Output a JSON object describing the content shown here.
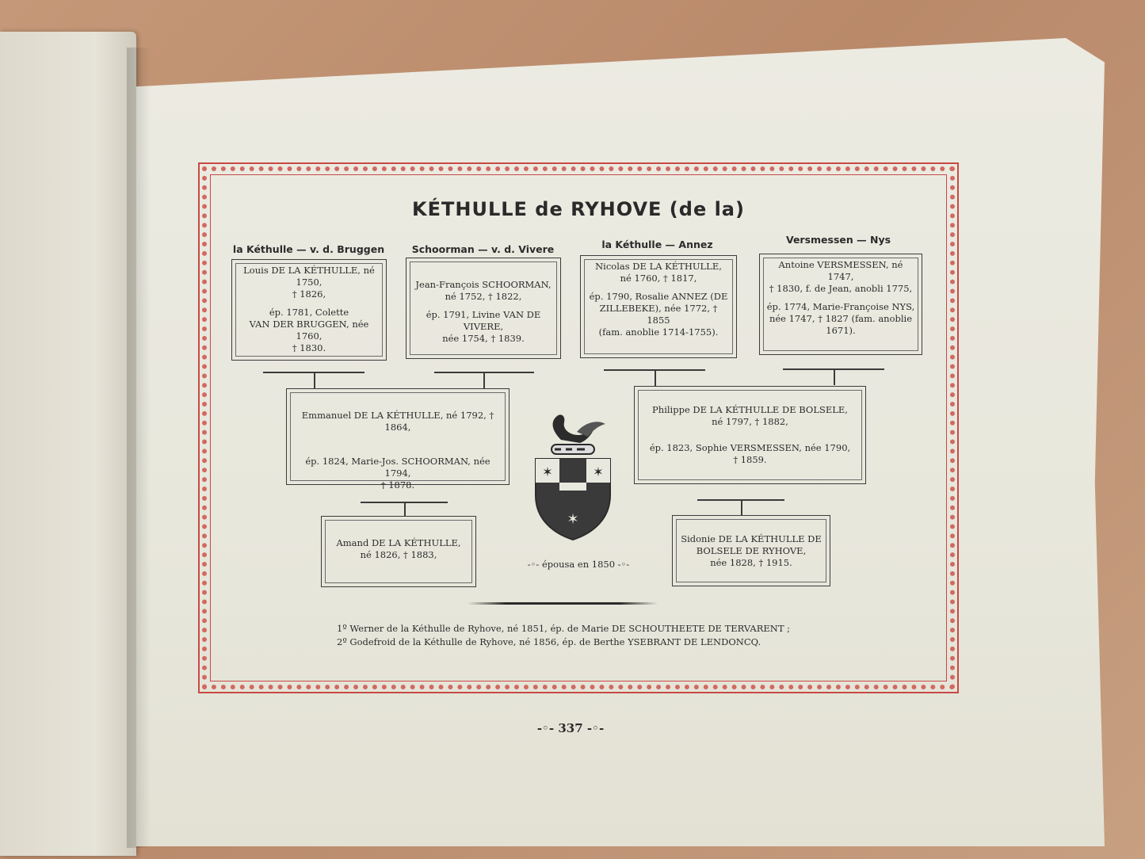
{
  "title": "KÉTHULLE de RYHOVE (de la)",
  "couples": [
    {
      "heading": "la Kéthulle — v. d. Bruggen",
      "lines": [
        "Louis DE LA KÉTHULLE, né 1750,",
        "† 1826,",
        "ép. 1781, Colette",
        "VAN DER BRUGGEN, née 1760,",
        "† 1830."
      ]
    },
    {
      "heading": "Schoorman — v. d. Vivere",
      "lines": [
        "Jean-François SCHOORMAN,",
        "né 1752, † 1822,",
        "ép. 1791, Livine VAN DE VIVERE,",
        "née 1754, † 1839."
      ]
    },
    {
      "heading": "la Kéthulle — Annez",
      "lines": [
        "Nicolas DE LA KÉTHULLE,",
        "né 1760, † 1817,",
        "ép. 1790, Rosalie ANNEZ (DE",
        "ZILLEBEKE), née 1772, † 1855",
        "(fam. anoblie 1714-1755)."
      ]
    },
    {
      "heading": "Versmessen — Nys",
      "lines": [
        "Antoine VERSMESSEN, né 1747,",
        "† 1830, f. de Jean, anobli 1775,",
        "ép. 1774, Marie-Françoise NYS,",
        "née 1747, † 1827 (fam. anoblie",
        "1671)."
      ]
    }
  ],
  "children": [
    {
      "lines": [
        "Emmanuel DE LA KÉTHULLE, né 1792, † 1864,",
        "ép. 1824, Marie-Jos. SCHOORMAN, née 1794,",
        "† 1878."
      ]
    },
    {
      "lines": [
        "Philippe DE LA KÉTHULLE DE BOLSELE,",
        "né 1797, † 1882,",
        "ép. 1823, Sophie VERSMESSEN, née 1790,",
        "† 1859."
      ]
    }
  ],
  "grandchildren": [
    {
      "lines": [
        "Amand DE LA KÉTHULLE,",
        "né 1826, † 1883,"
      ]
    },
    {
      "lines": [
        "Sidonie DE LA KÉTHULLE DE",
        "BOLSELE DE RYHOVE,",
        "née 1828, † 1915."
      ]
    }
  ],
  "marriage": "-◦- épousa en 1850 -◦-",
  "descendants": [
    "1º Werner de la Kéthulle de Ryhove, né 1851, ép. de Marie DE SCHOUTHEETE DE TERVARENT ;",
    "2º Godefroid de la Kéthulle de Ryhove, né 1856, ép. de Berthe YSEBRANT DE LENDONCQ."
  ],
  "page_number": "-◦- 337 -◦-",
  "colors": {
    "border_red": "#c64a45",
    "ink": "#2b2b2b",
    "paper": "#ecebe2"
  },
  "crest_icon": "coat-of-arms-icon"
}
